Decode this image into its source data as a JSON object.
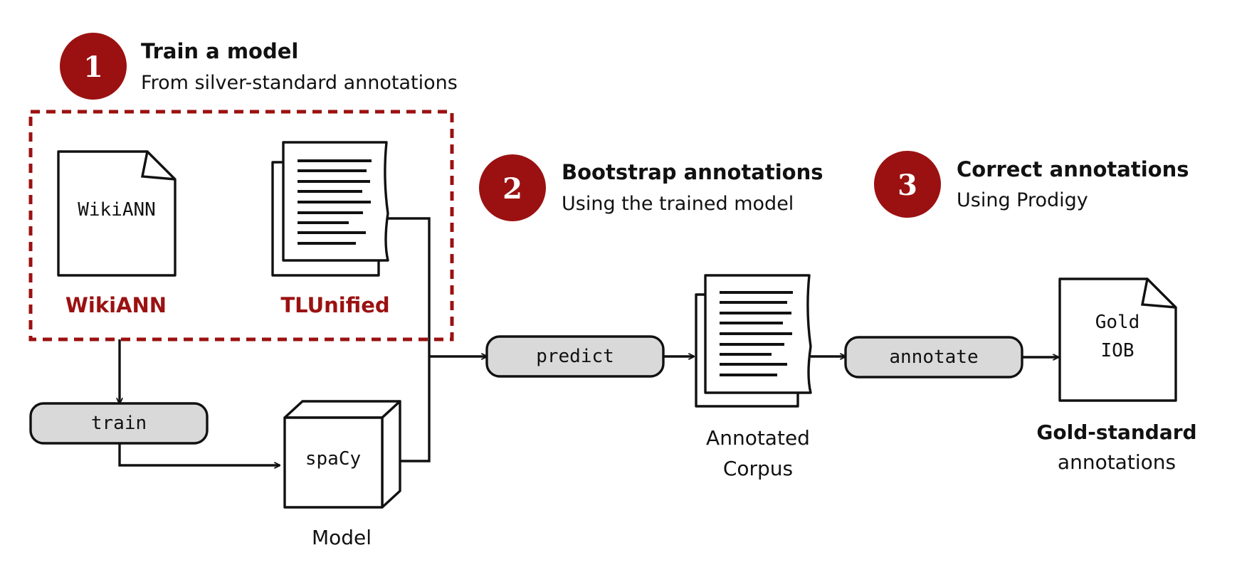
{
  "steps": [
    {
      "number": "1",
      "title": "Train a model",
      "subtitle": "From silver-standard annotations"
    },
    {
      "number": "2",
      "title": "Bootstrap annotations",
      "subtitle": "Using the trained model"
    },
    {
      "number": "3",
      "title": "Correct annotations",
      "subtitle": "Using Prodigy"
    }
  ],
  "datasets": {
    "wikiann": {
      "doc_text": "WikiANN",
      "label": "WikiANN"
    },
    "tlunified": {
      "label": "TLUnified"
    }
  },
  "processes": {
    "train": "train",
    "predict": "predict",
    "annotate": "annotate"
  },
  "model": {
    "box_text": "spaCy",
    "caption": "Model"
  },
  "corpus": {
    "caption_line1": "Annotated",
    "caption_line2": "Corpus"
  },
  "gold": {
    "doc_line1": "Gold",
    "doc_line2": "IOB",
    "caption_bold": "Gold-standard",
    "caption_rest": "annotations"
  },
  "colors": {
    "accent": "#9b1111",
    "pill_fill": "#d9d9d9",
    "stroke": "#111111"
  }
}
